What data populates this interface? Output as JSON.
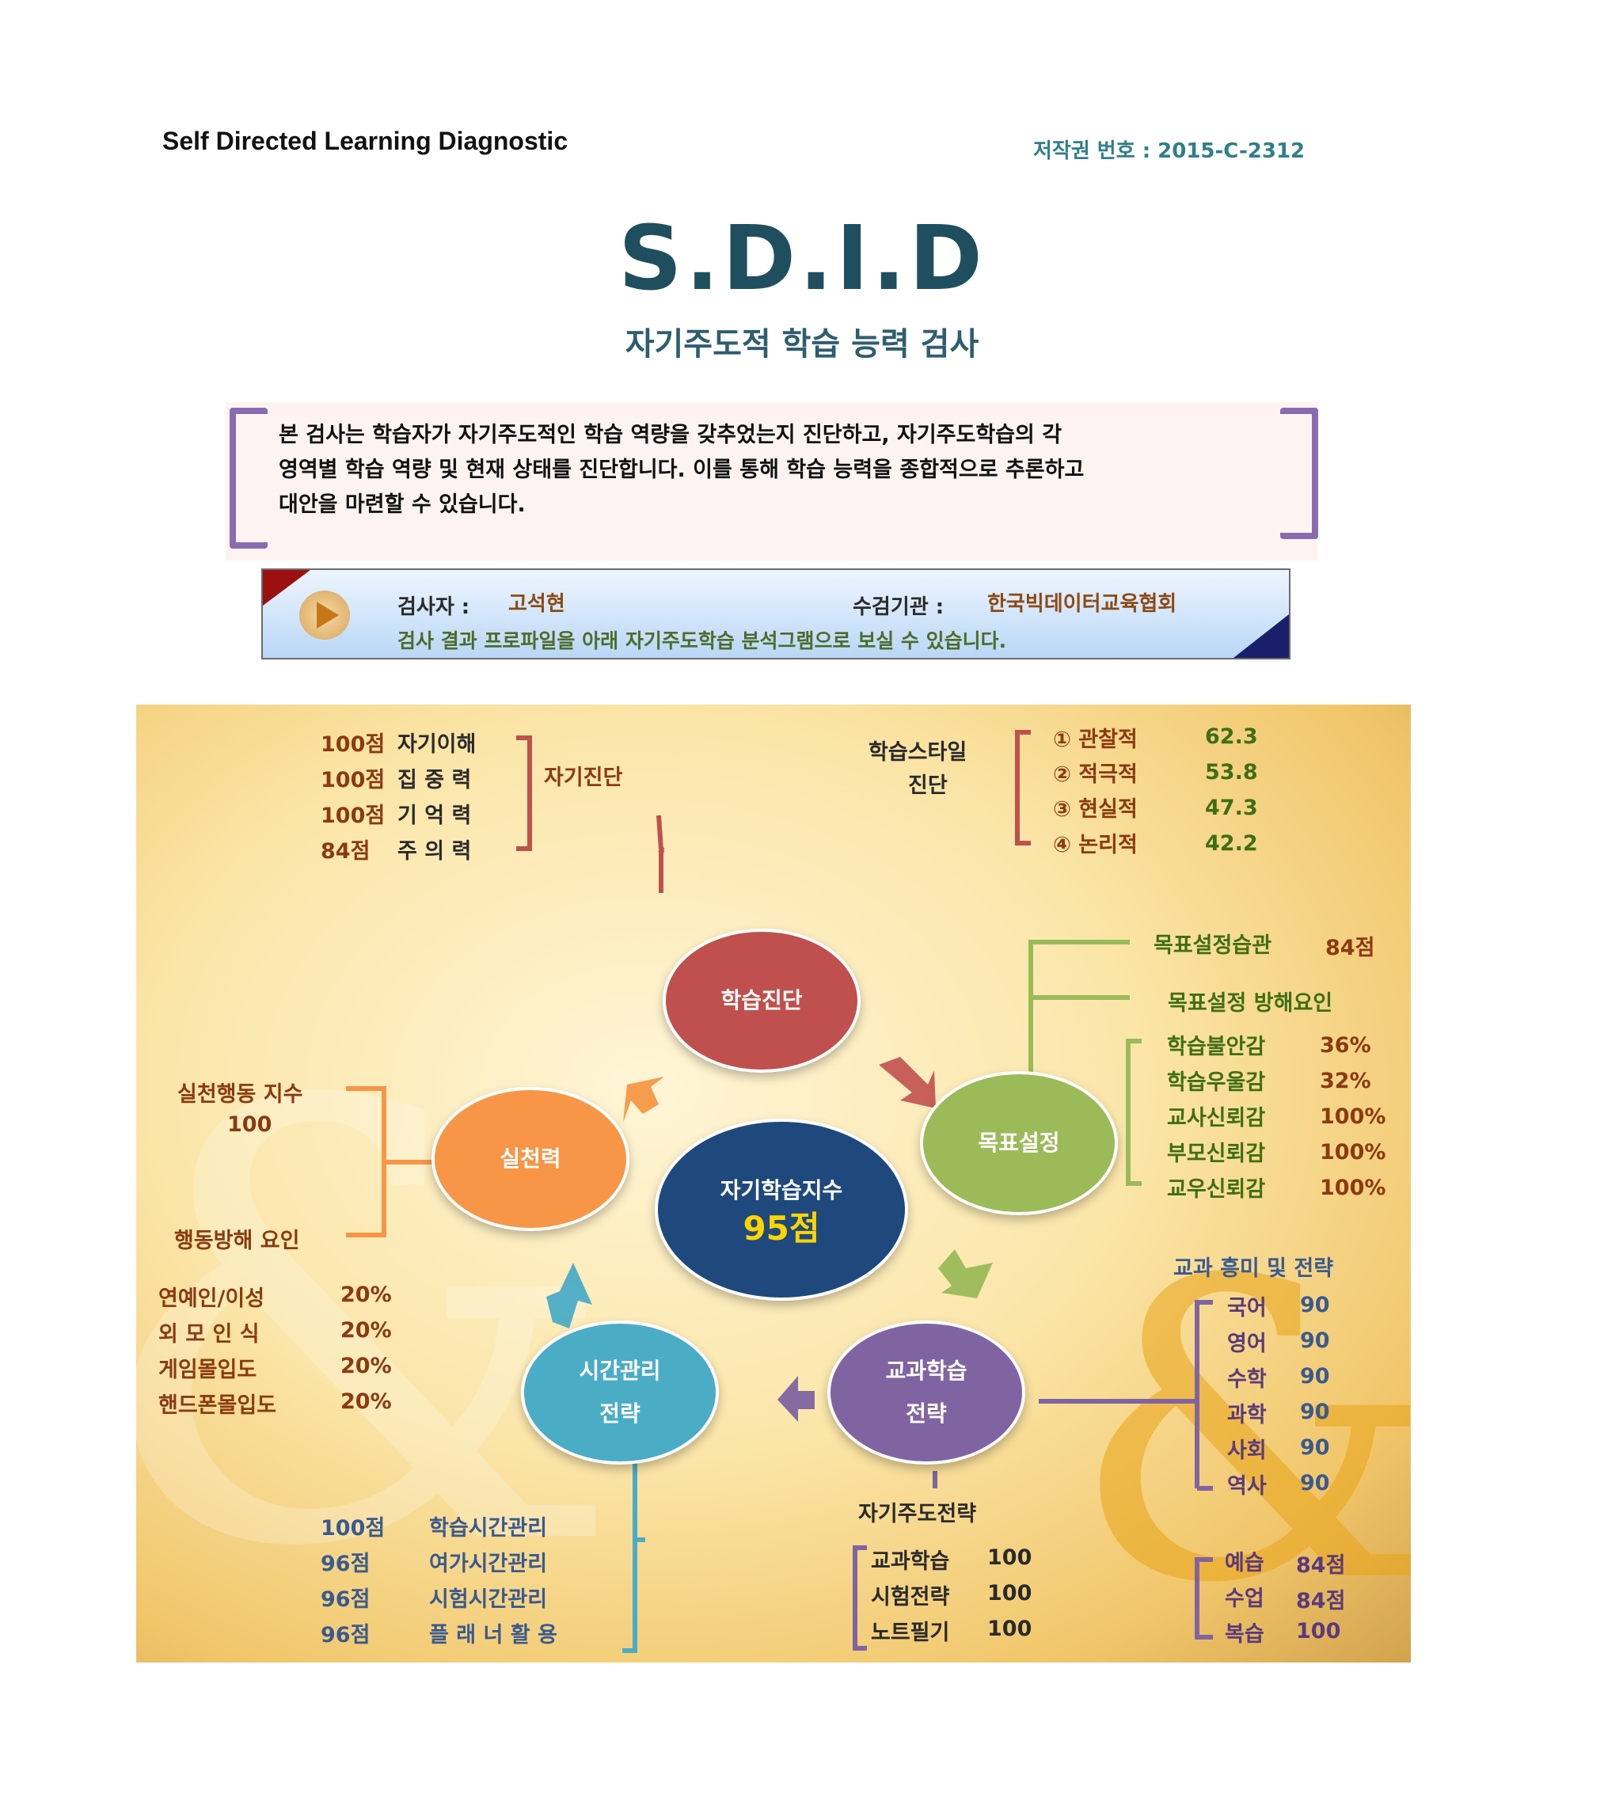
{
  "header": {
    "left_title": "Self Directed Learning  Diagnostic",
    "copyright": "저작권 번호 : 2015-C-2312"
  },
  "title": "S.D.I.D",
  "subtitle": "자기주도적 학습 능력 검사",
  "intro": {
    "line1": " 본 검사는  학습자가 자기주도적인 학습 역량을 갖추었는지 진단하고, 자기주도학습의 각",
    "line2": "영역별 학습 역량 및 현재 상태를 진단합니다. 이를 통해 학습 능력을 종합적으로 추론하고",
    "line3": "대안을 마련할 수 있습니다."
  },
  "info": {
    "examinee_label": "검사자 :",
    "examinee": "고석현",
    "institution_label": "수검기관 :",
    "institution": "한국빅데이터교육협회",
    "note": "검사 결과 프로파일을 아래 자기주도학습 분석그램으로 보실 수 있습니다."
  },
  "diagram": {
    "center": {
      "label": "자기학습지수",
      "score": "95점"
    },
    "nodes": {
      "diagnosis": "학습진단",
      "goal": "목표설정",
      "subject_1": "교과학습",
      "subject_2": "전략",
      "time_1": "시간관리",
      "time_2": "전략",
      "practice": "실천력"
    },
    "self_diagnosis": {
      "label": "자기진단",
      "items": [
        {
          "score": "100점",
          "name": "자기이해"
        },
        {
          "score": "100점",
          "name": "집 중 력"
        },
        {
          "score": "100점",
          "name": "기 억 력"
        },
        {
          "score": "84점",
          "name": "주 의 력"
        }
      ]
    },
    "learning_style": {
      "label_1": "학습스타일",
      "label_2": "진단",
      "items": [
        {
          "name": "① 관찰적",
          "value": "62.3"
        },
        {
          "name": "② 적극적",
          "value": "53.8"
        },
        {
          "name": "③ 현실적",
          "value": "47.3"
        },
        {
          "name": "④ 논리적",
          "value": "42.2"
        }
      ]
    },
    "goal_setting": {
      "habit_label": "목표설정습관",
      "habit_score": "84점",
      "obstacle_label": "목표설정 방해요인",
      "items": [
        {
          "name": "학습불안감",
          "value": "36%"
        },
        {
          "name": "학습우울감",
          "value": "32%"
        },
        {
          "name": "교사신뢰감",
          "value": "100%"
        },
        {
          "name": "부모신뢰감",
          "value": "100%"
        },
        {
          "name": "교우신뢰감",
          "value": "100%"
        }
      ]
    },
    "practice_info": {
      "index_label": "실천행동 지수",
      "index_value": "100",
      "obstacle_label": "행동방해 요인",
      "items": [
        {
          "name": "연예인/이성",
          "value": "20%"
        },
        {
          "name": "외 모  인 식",
          "value": "20%"
        },
        {
          "name": "게임몰입도",
          "value": "20%"
        },
        {
          "name": "핸드폰몰입도",
          "value": "20%"
        }
      ]
    },
    "subject_interest": {
      "label": "교과 흥미 및 전략",
      "items": [
        {
          "name": "국어",
          "value": "90"
        },
        {
          "name": "영어",
          "value": "90"
        },
        {
          "name": "수학",
          "value": "90"
        },
        {
          "name": "과학",
          "value": "90"
        },
        {
          "name": "사회",
          "value": "90"
        },
        {
          "name": "역사",
          "value": "90"
        }
      ],
      "study_items": [
        {
          "name": "예습",
          "value": "84점"
        },
        {
          "name": "수업",
          "value": "84점"
        },
        {
          "name": "복습",
          "value": "100"
        }
      ]
    },
    "self_strategy": {
      "label": "자기주도전략",
      "items": [
        {
          "name": "교과학습",
          "value": "100"
        },
        {
          "name": "시험전략",
          "value": "100"
        },
        {
          "name": "노트필기",
          "value": "100"
        }
      ]
    },
    "time_management": {
      "items": [
        {
          "score": "100점",
          "name": "학습시간관리"
        },
        {
          "score": "96점",
          "name": "여가시간관리"
        },
        {
          "score": "96점",
          "name": "시험시간관리"
        },
        {
          "score": "96점",
          "name": "플 래 너  활 용"
        }
      ]
    }
  },
  "colors": {
    "diagnosis": "#c0504d",
    "goal": "#9bbb59",
    "subject": "#8064a2",
    "time": "#4bacc6",
    "practice": "#f79646",
    "center": "#1f497d",
    "score": "#ffd400"
  }
}
